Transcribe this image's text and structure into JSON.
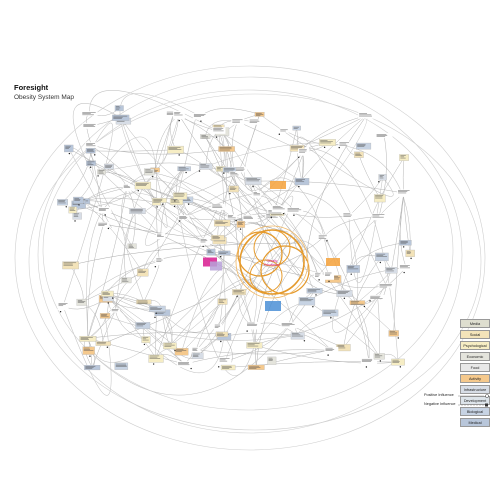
{
  "header": {
    "title": "Foresight",
    "subtitle": "Obesity System Map"
  },
  "center_node": {
    "label": "Obesity",
    "label2": "Prevalence"
  },
  "legend": {
    "categories": [
      {
        "label": "Media",
        "color": "#dedecf"
      },
      {
        "label": "Social",
        "color": "#f3e3b9"
      },
      {
        "label": "Psychological",
        "color": "#f6edc4"
      },
      {
        "label": "Economic",
        "color": "#e4e4dc"
      },
      {
        "label": "Food",
        "color": "#e8e8e8"
      },
      {
        "label": "Activity",
        "color": "#f5c98d"
      },
      {
        "label": "Infrastructure",
        "color": "#d7dde6"
      },
      {
        "label": "Development",
        "color": "#dde4ea"
      },
      {
        "label": "Biological",
        "color": "#c7d3e3"
      },
      {
        "label": "Medical",
        "color": "#b8c6da"
      }
    ],
    "influences": {
      "positive": "Positive Influence",
      "negative": "Negative Influence"
    }
  },
  "colors": {
    "line": "#bdbdbd",
    "core_ring": "#e59a2c",
    "accent_magenta": "#d81b8f",
    "accent_purple": "#b7a1d8",
    "accent_blue": "#4b8fd6"
  }
}
